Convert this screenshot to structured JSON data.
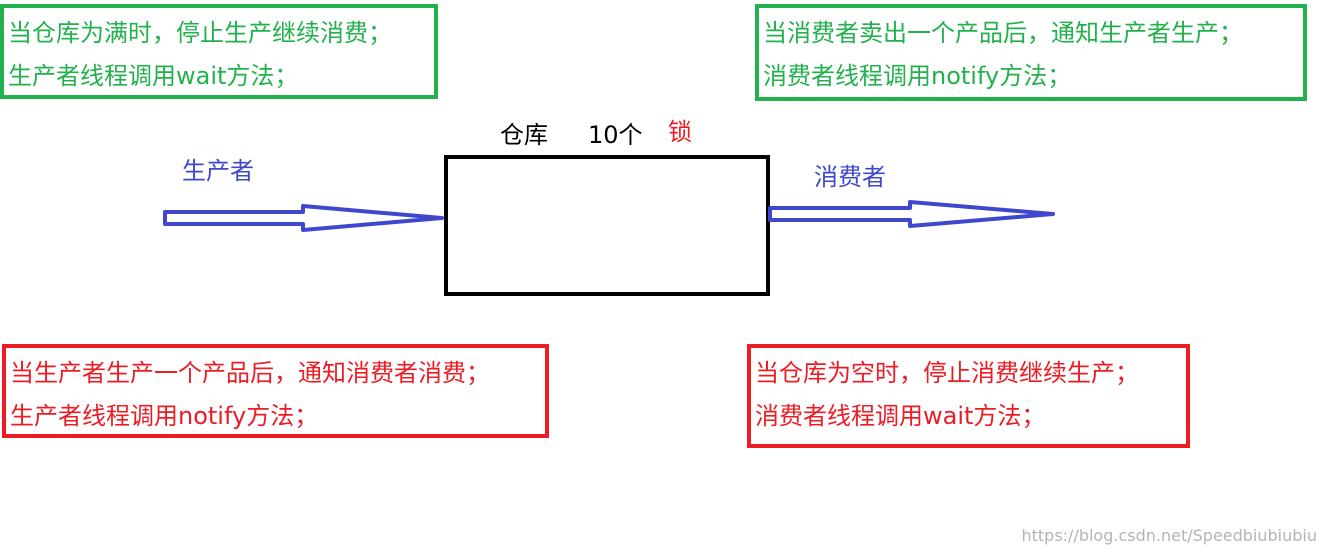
{
  "notes": {
    "top_left": {
      "line1": "当仓库为满时，停止生产继续消费；",
      "line2": "生产者线程调用wait方法；",
      "color": "#22b14c"
    },
    "top_right": {
      "line1": "当消费者卖出一个产品后，通知生产者生产；",
      "line2": "消费者线程调用notify方法；",
      "color": "#22b14c"
    },
    "bottom_left": {
      "line1": "当生产者生产一个产品后，通知消费者消费；",
      "line2": "生产者线程调用notify方法；",
      "color": "#ed1c24"
    },
    "bottom_right": {
      "line1": "当仓库为空时，停止消费继续生产；",
      "line2": "消费者线程调用wait方法；",
      "color": "#ed1c24"
    }
  },
  "warehouse": {
    "label": "仓库",
    "capacity": "10个",
    "lock": "锁"
  },
  "producer": {
    "label": "生产者"
  },
  "consumer": {
    "label": "消费者"
  },
  "colors": {
    "arrow": "#3f48cc",
    "box_border": "#000000",
    "lock": "#ed1c24"
  },
  "watermark": "https://blog.csdn.net/Speedbiubiubiu"
}
